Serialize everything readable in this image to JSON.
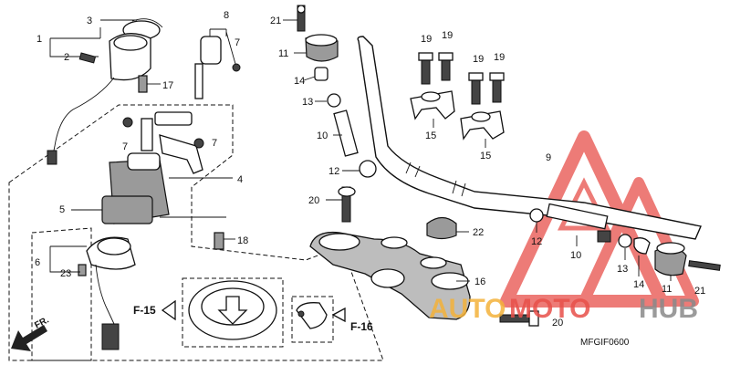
{
  "part_labels": {
    "p1": "1",
    "p2": "2",
    "p3": "3",
    "p4": "4",
    "p5": "5",
    "p6": "6",
    "p7a": "7",
    "p7b": "7",
    "p7c": "7",
    "p8": "8",
    "p9": "9",
    "p10a": "10",
    "p10b": "10",
    "p11a": "11",
    "p11b": "11",
    "p12a": "12",
    "p12b": "12",
    "p13a": "13",
    "p13b": "13",
    "p14a": "14",
    "p14b": "14",
    "p15a": "15",
    "p15b": "15",
    "p16": "16",
    "p17": "17",
    "p18": "18",
    "p19a": "19",
    "p19b": "19",
    "p19c": "19",
    "p19d": "19",
    "p20a": "20",
    "p20b": "20",
    "p21a": "21",
    "p21b": "21",
    "p22": "22",
    "p23": "23"
  },
  "refs": {
    "f15": "F-15",
    "f16": "F-16"
  },
  "direction": "FR.",
  "diagram_code": "MFGIF0600",
  "watermark": {
    "part1": "AUTO",
    "part2": "MOTO",
    "part3": "HUB"
  },
  "colors": {
    "watermark_red": "#e8504a",
    "watermark_orange": "#f4b23a",
    "watermark_gray": "#8a8a8a"
  }
}
